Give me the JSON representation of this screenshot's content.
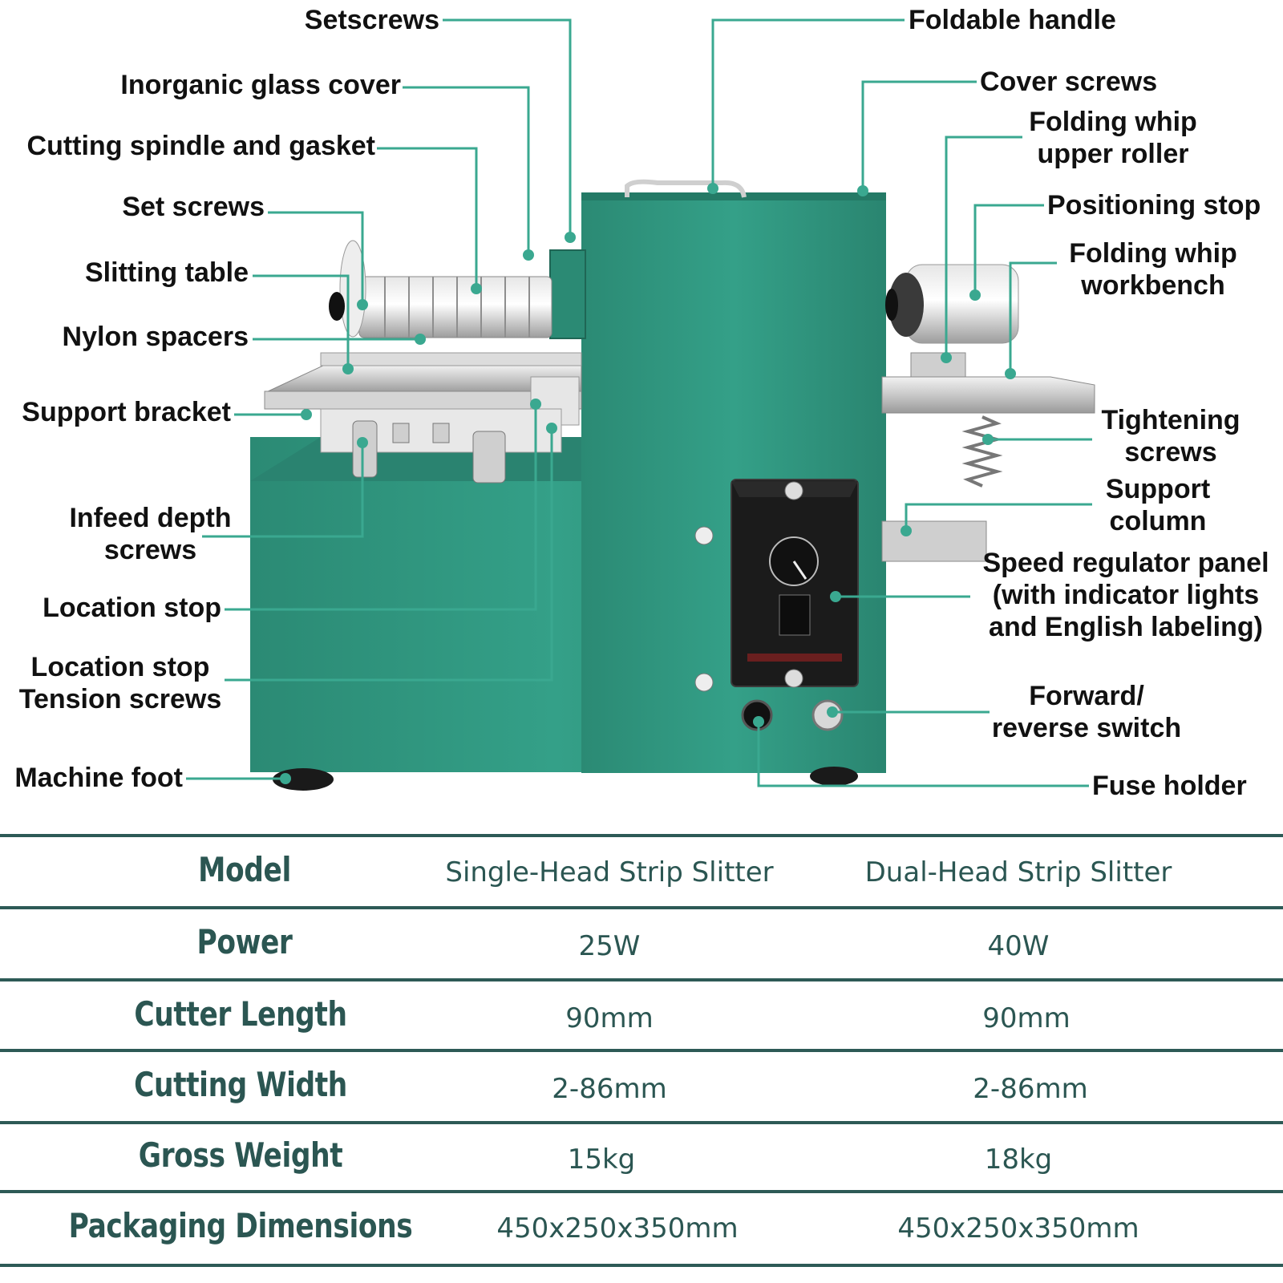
{
  "labels": {
    "setscrews": "Setscrews",
    "inorganic_glass_cover": "Inorganic glass cover",
    "cutting_spindle_gasket": "Cutting spindle and gasket",
    "set_screws": "Set screws",
    "slitting_table": "Slitting table",
    "nylon_spacers": "Nylon spacers",
    "support_bracket": "Support bracket",
    "infeed_depth_screws": "Infeed depth\nscrews",
    "location_stop": "Location stop",
    "location_stop_tension": "Location stop\nTension screws",
    "machine_foot": "Machine foot",
    "foldable_handle": "Foldable handle",
    "cover_screws": "Cover screws",
    "folding_whip_upper_roller": "Folding whip\nupper roller",
    "positioning_stop": "Positioning stop",
    "folding_whip_workbench": "Folding whip\nworkbench",
    "tightening_screws": "Tightening\nscrews",
    "support_column": "Support\ncolumn",
    "speed_regulator_panel": "Speed regulator panel\n(with indicator lights\nand English labeling)",
    "forward_reverse_switch": "Forward/\nreverse switch",
    "fuse_holder": "Fuse holder"
  },
  "specs": {
    "rows": [
      {
        "label": "Model",
        "single": "Single-Head Strip Slitter",
        "dual": "Dual-Head Strip Slitter"
      },
      {
        "label": "Power",
        "single": "25W",
        "dual": "40W"
      },
      {
        "label": "Cutter Length",
        "single": "90mm",
        "dual": "90mm"
      },
      {
        "label": "Cutting Width",
        "single": "2-86mm",
        "dual": "2-86mm"
      },
      {
        "label": "Gross Weight",
        "single": "15kg",
        "dual": "18kg"
      },
      {
        "label": "Packaging Dimensions",
        "single": "450x250x350mm",
        "dual": "450x250x350mm"
      }
    ]
  },
  "colors": {
    "machine_body": "#2e8f78",
    "leader_line": "#3aa890",
    "table_text": "#2b5652"
  }
}
